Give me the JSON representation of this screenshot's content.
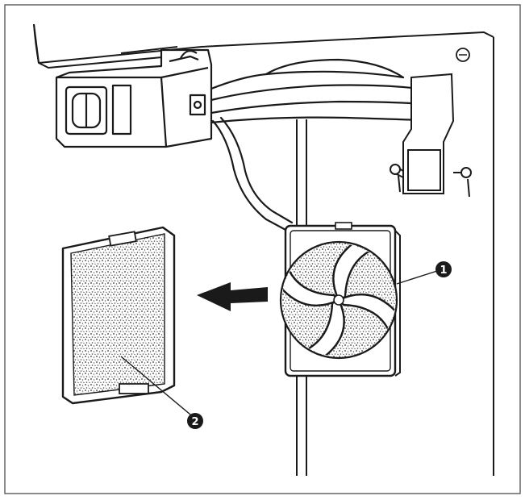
{
  "callouts": [
    {
      "label": "1",
      "target": "fan-guard"
    },
    {
      "label": "2",
      "target": "filter-pad"
    }
  ],
  "arrow": {
    "direction": "left",
    "meaning": "remove filter"
  },
  "colors": {
    "ink": "#1a1a1a",
    "paper": "#ffffff",
    "frame": "#555555",
    "speckle": "#444444"
  }
}
